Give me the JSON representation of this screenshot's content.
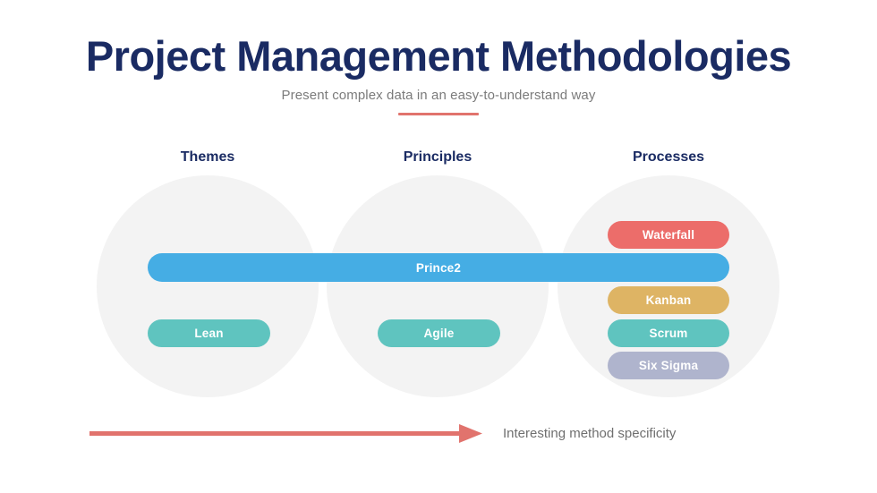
{
  "header": {
    "title": "Project Management Methodologies",
    "subtitle": "Present complex data in an easy-to-understand way"
  },
  "columns": [
    {
      "label": "Themes"
    },
    {
      "label": "Principles"
    },
    {
      "label": "Processes"
    }
  ],
  "pills": {
    "prince2": {
      "label": "Prince2",
      "color": "#45ade4"
    },
    "lean": {
      "label": "Lean",
      "color": "#5fc4bf"
    },
    "agile": {
      "label": "Agile",
      "color": "#5fc4bf"
    },
    "waterfall": {
      "label": "Waterfall",
      "color": "#ec6d6a"
    },
    "kanban": {
      "label": "Kanban",
      "color": "#deb464"
    },
    "scrum": {
      "label": "Scrum",
      "color": "#5fc4bf"
    },
    "six_sigma": {
      "label": "Six Sigma",
      "color": "#afb4cd"
    }
  },
  "footer": {
    "arrow_label": "Interesting method specificity",
    "arrow_color": "#e1736d"
  },
  "colors": {
    "title": "#1a2b63",
    "subtitle": "#7b7b7b",
    "accent": "#e1736d",
    "circle": "#f3f3f3",
    "background": "#ffffff"
  }
}
